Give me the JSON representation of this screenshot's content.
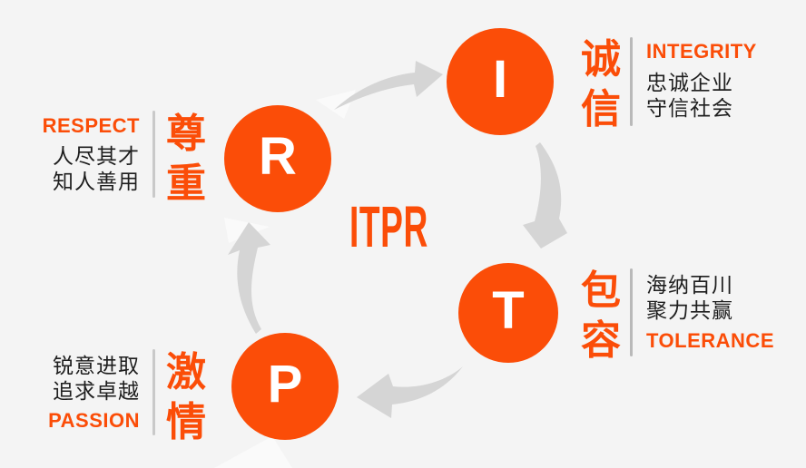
{
  "center": {
    "title": "ITPR"
  },
  "nodes": [
    {
      "id": "integrity",
      "letter": "I",
      "cn_label": "诚信",
      "en_label": "INTEGRITY",
      "lines": [
        "忠诚企业",
        "守信社会"
      ]
    },
    {
      "id": "tolerance",
      "letter": "T",
      "cn_label": "包容",
      "en_label": "TOLERANCE",
      "lines": [
        "海纳百川",
        "聚力共赢"
      ]
    },
    {
      "id": "passion",
      "letter": "P",
      "cn_label": "激情",
      "en_label": "PASSION",
      "lines": [
        "锐意进取",
        "追求卓越"
      ]
    },
    {
      "id": "respect",
      "letter": "R",
      "cn_label": "尊重",
      "en_label": "RESPECT",
      "lines": [
        "人尽其才",
        "知人善用"
      ]
    }
  ],
  "colors": {
    "accent": "#FB4D08",
    "background": "#F4F4F4",
    "arrow": "#D5D5D5",
    "text": "#1E1E1E",
    "divider": "#B9B9B9"
  }
}
